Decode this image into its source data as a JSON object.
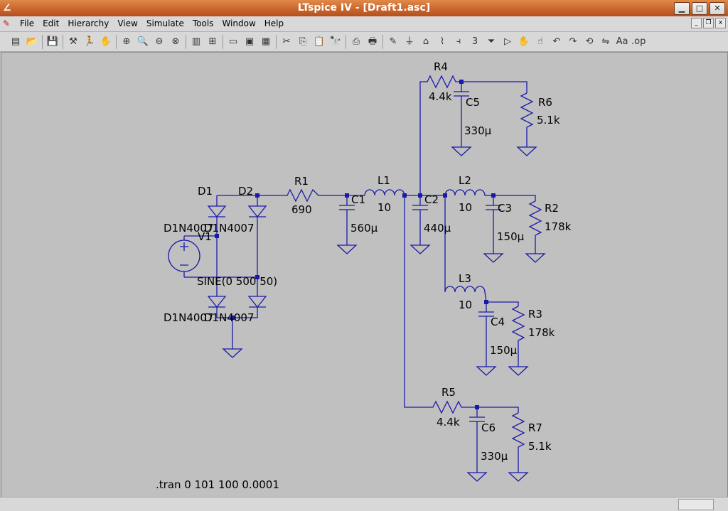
{
  "window": {
    "title": "LTspice IV - [Draft1.asc]",
    "minimize": "▁",
    "maximize": "□",
    "close": "✕"
  },
  "menu": [
    "File",
    "Edit",
    "Hierarchy",
    "View",
    "Simulate",
    "Tools",
    "Window",
    "Help"
  ],
  "toolbar": [
    {
      "icon": "new-schematic-icon",
      "glyph": "▤"
    },
    {
      "icon": "open-icon",
      "glyph": "📂"
    },
    {
      "icon": "save-icon",
      "glyph": "💾"
    },
    {
      "icon": "control-panel-icon",
      "glyph": "⚒"
    },
    {
      "icon": "run-icon",
      "glyph": "🏃"
    },
    {
      "icon": "halt-icon",
      "glyph": "✋"
    },
    {
      "icon": "zoom-in-icon",
      "glyph": "⊕"
    },
    {
      "icon": "pan-icon",
      "glyph": "🔍"
    },
    {
      "icon": "zoom-out-icon",
      "glyph": "⊖"
    },
    {
      "icon": "zoom-fit-icon",
      "glyph": "⊗"
    },
    {
      "icon": "autorange-icon",
      "glyph": "▥"
    },
    {
      "icon": "grid-icon",
      "glyph": "⊞"
    },
    {
      "icon": "tile-horizontal-icon",
      "glyph": "▭"
    },
    {
      "icon": "cascade-icon",
      "glyph": "▣"
    },
    {
      "icon": "tile-vertical-icon",
      "glyph": "▦"
    },
    {
      "icon": "cut-icon",
      "glyph": "✂"
    },
    {
      "icon": "copy-icon",
      "glyph": "⎘"
    },
    {
      "icon": "paste-icon",
      "glyph": "📋"
    },
    {
      "icon": "find-icon",
      "glyph": "🔭"
    },
    {
      "icon": "print-preview-icon",
      "glyph": "⎙"
    },
    {
      "icon": "print-icon",
      "glyph": "🖶"
    },
    {
      "icon": "draw-wire-icon",
      "glyph": "✎"
    },
    {
      "icon": "ground-icon",
      "glyph": "⏚"
    },
    {
      "icon": "label-net-icon",
      "glyph": "⌂"
    },
    {
      "icon": "resistor-icon",
      "glyph": "⌇"
    },
    {
      "icon": "capacitor-icon",
      "glyph": "⫞"
    },
    {
      "icon": "inductor-icon",
      "glyph": "3"
    },
    {
      "icon": "diode-icon",
      "glyph": "⏷"
    },
    {
      "icon": "component-icon",
      "glyph": "▷"
    },
    {
      "icon": "move-icon",
      "glyph": "✋"
    },
    {
      "icon": "drag-icon",
      "glyph": "☝"
    },
    {
      "icon": "undo-icon",
      "glyph": "↶"
    },
    {
      "icon": "redo-icon",
      "glyph": "↷"
    },
    {
      "icon": "rotate-icon",
      "glyph": "⟲"
    },
    {
      "icon": "mirror-icon",
      "glyph": "⇋"
    },
    {
      "icon": "text-icon",
      "glyph": "Aa"
    },
    {
      "icon": "spice-directive-icon",
      "glyph": ".op"
    }
  ],
  "schematic": {
    "labels": {
      "R4": "R4",
      "R4_val": "4.4k",
      "C5": "C5",
      "C5_val": "330µ",
      "R6": "R6",
      "R6_val": "5.1k",
      "D1": "D1",
      "D2": "D2",
      "R1": "R1",
      "R1_val": "690",
      "L1": "L1",
      "L1_val": "10",
      "C1": "C1",
      "C1_val": "560µ",
      "C2": "C2",
      "C2_val": "440µ",
      "L2": "L2",
      "L2_val": "10",
      "C3": "C3",
      "C3_val": "150µ",
      "R2": "R2",
      "R2_val": "178k",
      "D1_model": "D1N4007",
      "D2_model": "D1N4007",
      "V1": "V1",
      "V1_val": "SINE(0 500 50)",
      "D3_model": "D1N4007",
      "D4_model": "D1N4007",
      "L3": "L3",
      "L3_val": "10",
      "C4": "C4",
      "C4_val": "150µ",
      "R3": "R3",
      "R3_val": "178k",
      "R5": "R5",
      "R5_val": "4.4k",
      "C6": "C6",
      "C6_val": "330µ",
      "R7": "R7",
      "R7_val": "5.1k",
      "directive": ".tran 0 101 100 0.0001"
    }
  }
}
